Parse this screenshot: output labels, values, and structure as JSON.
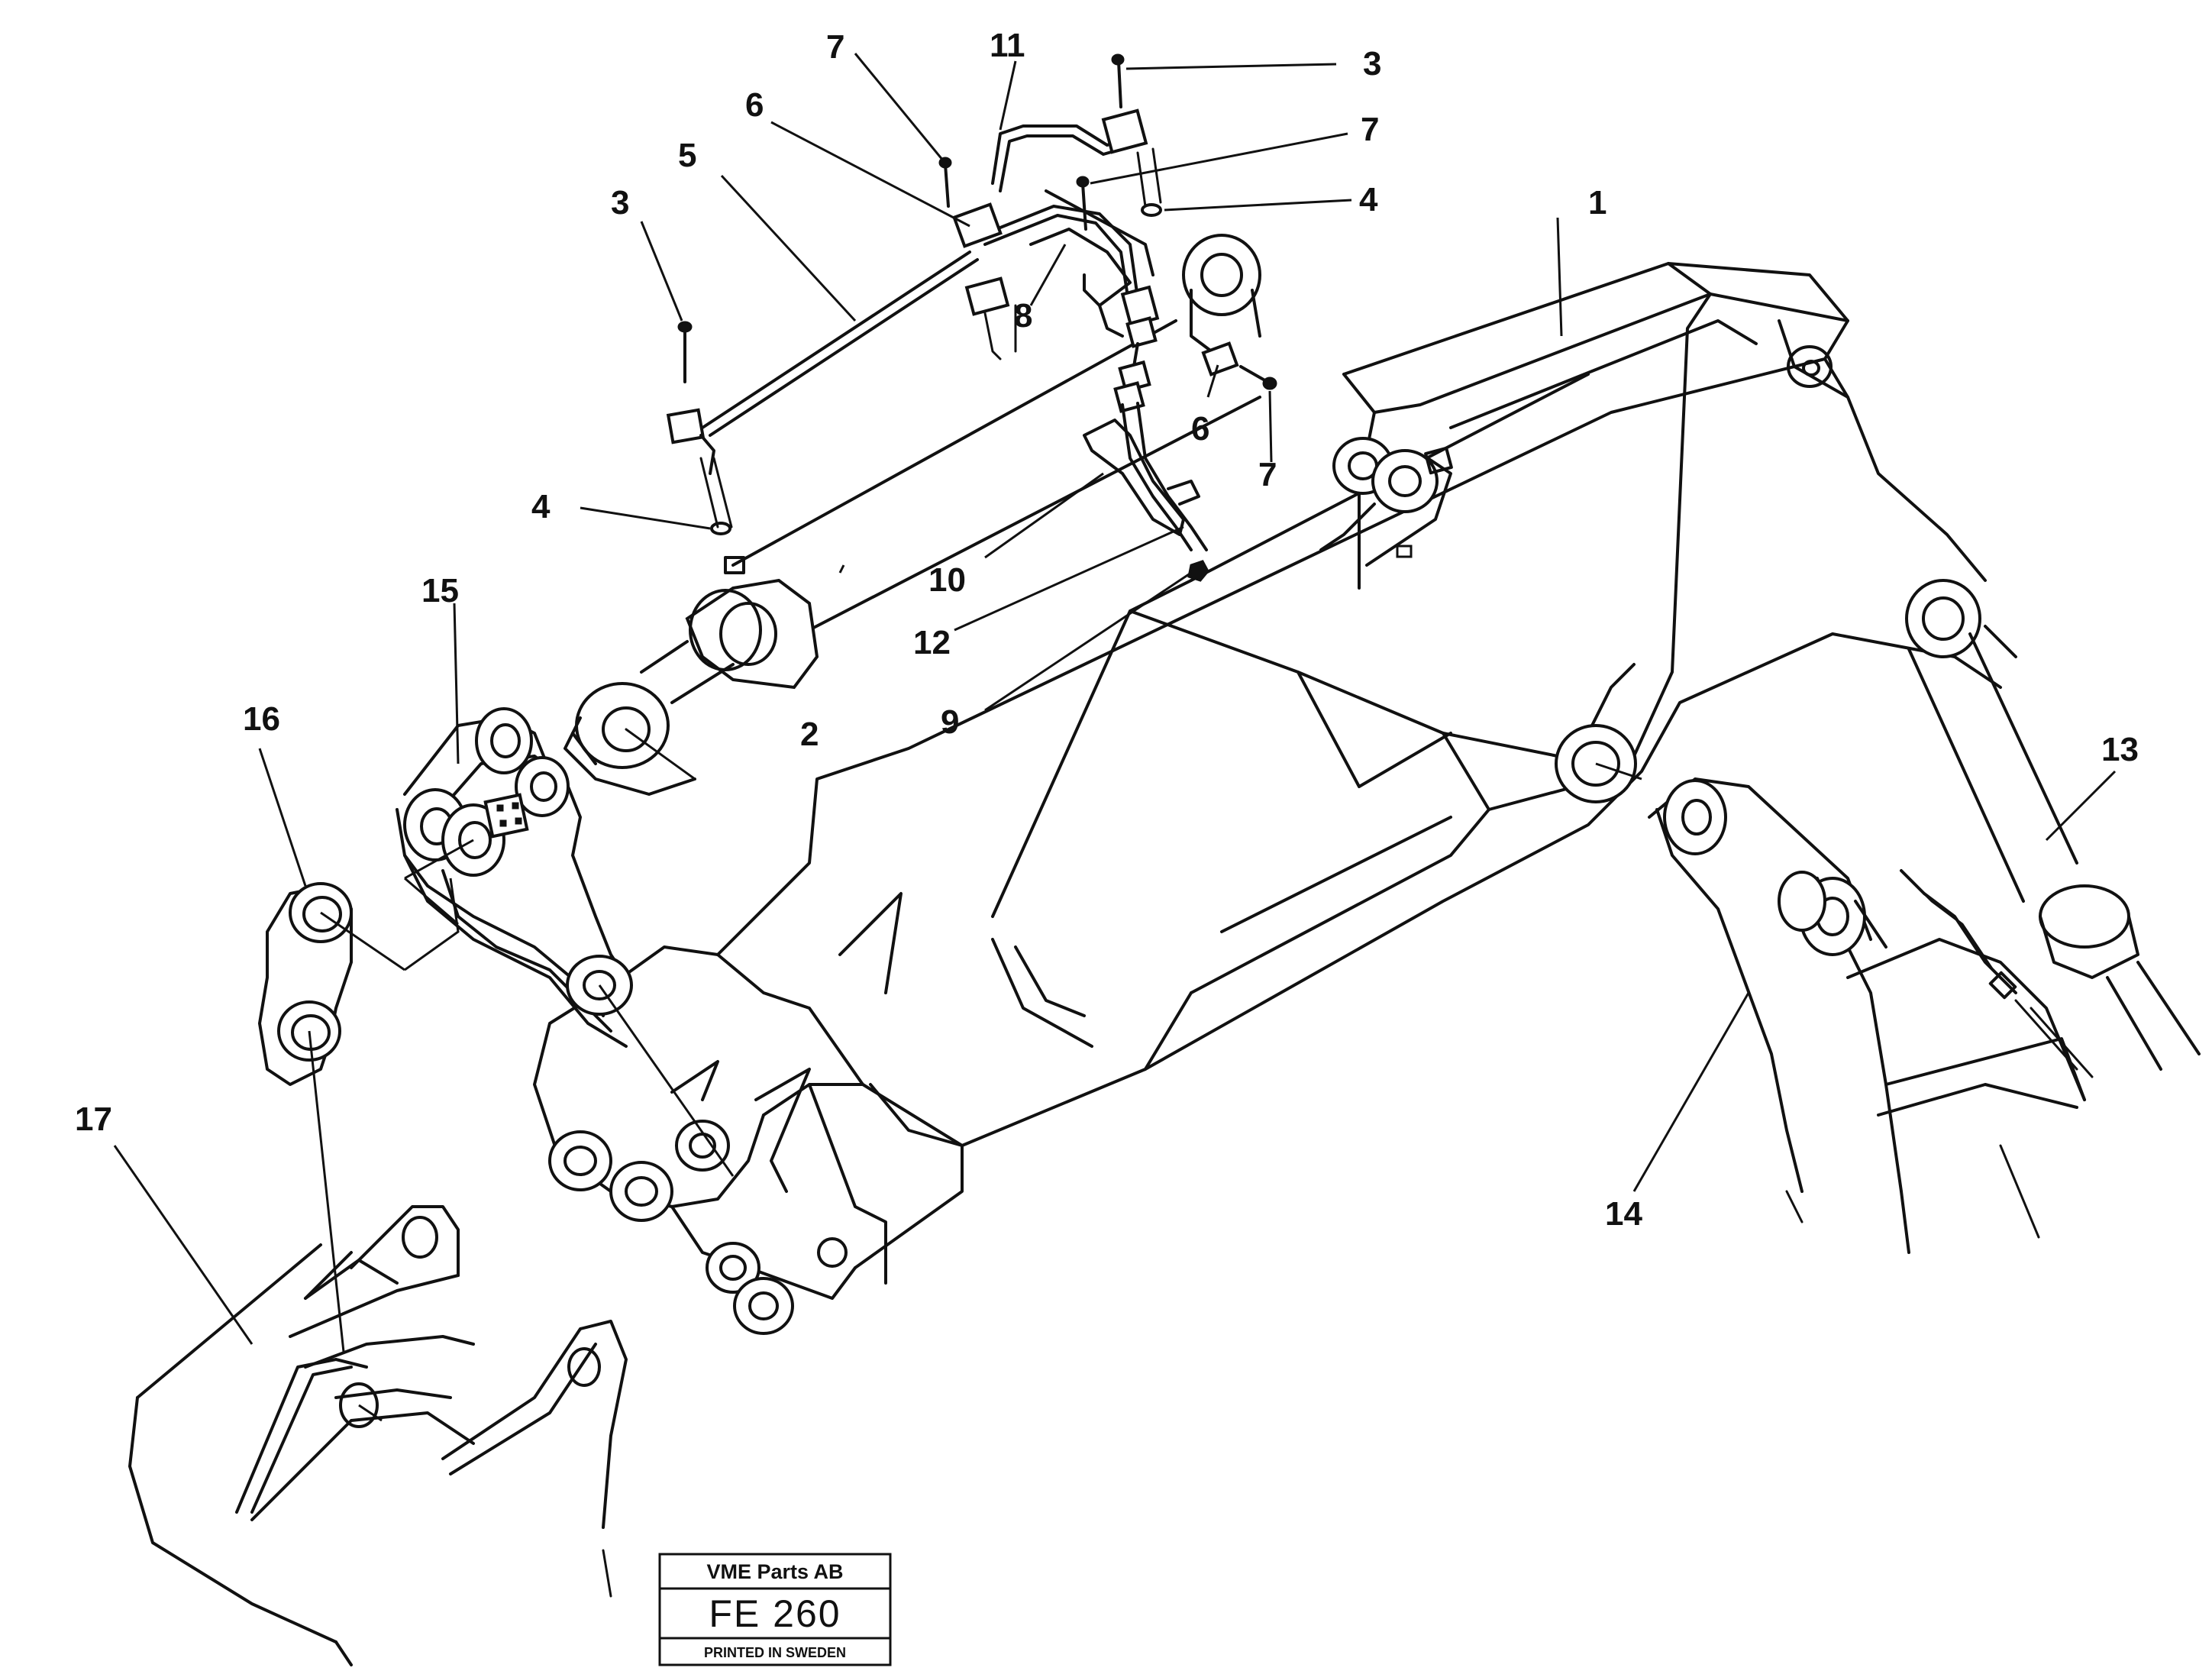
{
  "callouts": [
    {
      "id": "c1",
      "text": "1"
    },
    {
      "id": "c2",
      "text": "2"
    },
    {
      "id": "c3a",
      "text": "3"
    },
    {
      "id": "c3b",
      "text": "3"
    },
    {
      "id": "c4a",
      "text": "4"
    },
    {
      "id": "c4b",
      "text": "4"
    },
    {
      "id": "c5",
      "text": "5"
    },
    {
      "id": "c6a",
      "text": "6"
    },
    {
      "id": "c6b",
      "text": "6"
    },
    {
      "id": "c7a",
      "text": "7"
    },
    {
      "id": "c7b",
      "text": "7"
    },
    {
      "id": "c7c",
      "text": "7"
    },
    {
      "id": "c8",
      "text": "8"
    },
    {
      "id": "c9",
      "text": "9"
    },
    {
      "id": "c10",
      "text": "10"
    },
    {
      "id": "c11",
      "text": "11"
    },
    {
      "id": "c12",
      "text": "12"
    },
    {
      "id": "c13",
      "text": "13"
    },
    {
      "id": "c14",
      "text": "14"
    },
    {
      "id": "c15",
      "text": "15"
    },
    {
      "id": "c16",
      "text": "16"
    },
    {
      "id": "c17",
      "text": "17"
    }
  ],
  "stamp": {
    "company": "VME Parts AB",
    "code": "FE 260",
    "printed": "PRINTED IN SWEDEN"
  }
}
